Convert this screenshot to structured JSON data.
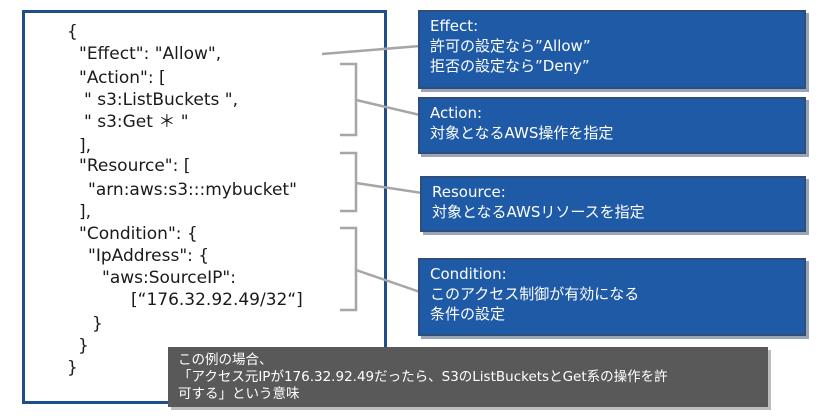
{
  "code": {
    "lines": [
      "{",
      "\"Effect\": \"Allow\",",
      "\"Action\": [",
      "\" s3:ListBuckets \",",
      "\" s3:Get ＊ \"",
      "],",
      "\"Resource\": [",
      "\"arn:aws:s3:::mybucket\"",
      "],",
      "\"Condition\": {",
      "\"IpAddress\": {",
      "\"aws:SourceIP\":",
      "[“176.32.92.49/32“]",
      "}",
      "}",
      "}"
    ]
  },
  "callouts": {
    "effect": {
      "title": "Effect:",
      "line1": "許可の設定なら”Allow”",
      "line2": "拒否の設定なら”Deny”"
    },
    "action": {
      "title": "Action:",
      "line1": "対象となるAWS操作を指定"
    },
    "resource": {
      "title": "Resource:",
      "line1": "対象となるAWSリソースを指定"
    },
    "condition": {
      "title": "Condition:",
      "line1": "このアクセス制御が有効になる",
      "line2": "条件の設定"
    }
  },
  "note": {
    "line1": "この例の場合、",
    "line2": "「アクセス元IPが176.32.92.49だったら、S3のListBucketsとGet系の操作を許",
    "line3": "可する」という意味"
  }
}
